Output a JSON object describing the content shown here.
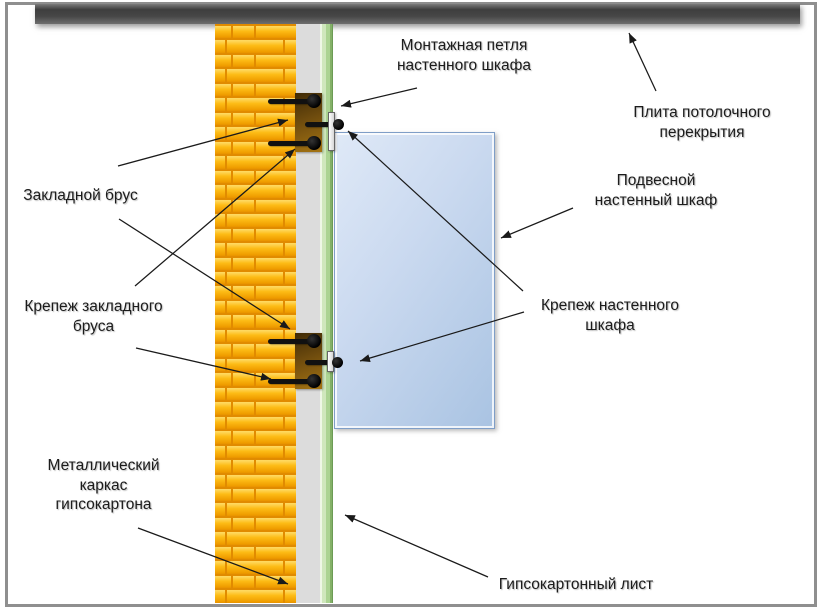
{
  "diagram": {
    "labels": {
      "mounting_loop": {
        "lines": [
          "Монтажная петля",
          "настенного шкафа"
        ]
      },
      "ceiling_slab": {
        "lines": [
          "Плита потолочного",
          "перекрытия"
        ]
      },
      "embedded_beam": {
        "lines": [
          "Закладной брус"
        ]
      },
      "wall_cabinet": {
        "lines": [
          "Подвесной",
          "настенный шкаф"
        ]
      },
      "beam_fastener": {
        "lines": [
          "Крепеж закладного",
          "бруса"
        ]
      },
      "cabinet_fastener": {
        "lines": [
          "Крепеж настенного",
          "шкафа"
        ]
      },
      "metal_frame": {
        "lines": [
          "Металлический",
          "каркас",
          "гипсокартона"
        ]
      },
      "drywall_sheet": {
        "lines": [
          "Гипсокартонный лист"
        ]
      }
    },
    "colors": {
      "brick_face": "#fcb813",
      "brick_mortar": "#e18b00",
      "stud_gap": "#dcdcdc",
      "drywall_green": "#c3e0ae",
      "cabinet_fill": "#b9cfe8",
      "beam_brown": "#6f4c0e",
      "ceiling_slab": "#4a4a4a",
      "hardware_black": "#111111",
      "arrow": "#1a1a1a",
      "frame_border": "#8f8f8f"
    }
  }
}
